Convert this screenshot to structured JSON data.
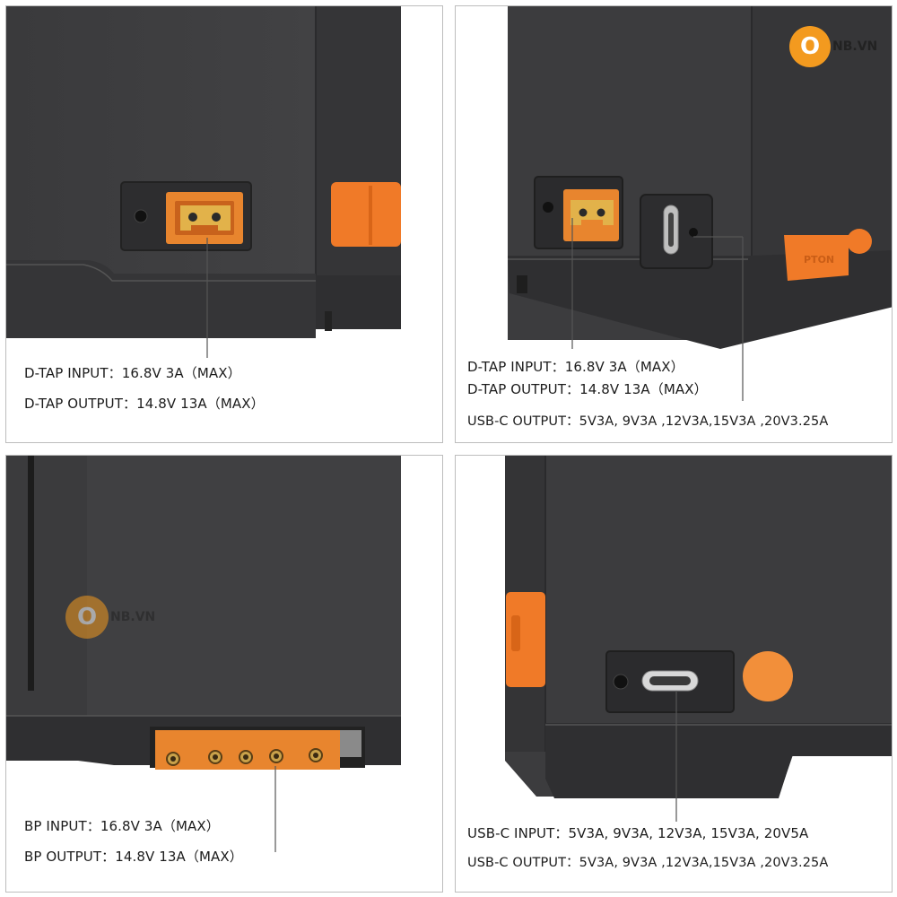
{
  "panels": [
    {
      "captions": [
        "D-TAP INPUT：16.8V 3A（MAX）",
        "D-TAP OUTPUT：14.8V 13A（MAX）"
      ]
    },
    {
      "captions": [
        "D-TAP INPUT：16.8V 3A（MAX）",
        "D-TAP OUTPUT：14.8V 13A（MAX）",
        "USB-C OUTPUT：5V3A, 9V3A ,12V3A,15V3A ,20V3.25A"
      ],
      "watermark": {
        "mark": "O",
        "text": "NB.VN"
      },
      "cover_label": "PTON"
    },
    {
      "captions": [
        "BP INPUT：16.8V 3A（MAX）",
        "BP OUTPUT：14.8V 13A（MAX）"
      ],
      "watermark": {
        "mark": "O",
        "text": "NB.VN"
      }
    },
    {
      "captions": [
        "USB-C INPUT：5V3A, 9V3A, 12V3A, 15V3A, 20V5A",
        "USB-C OUTPUT：5V3A, 9V3A ,12V3A,15V3A ,20V3.25A"
      ]
    }
  ],
  "colors": {
    "battery_body": "#3d3d3f",
    "battery_dark": "#2a2a2c",
    "rubber_cover": "#f07a28",
    "connector_gold": "#e2b24a",
    "connector_shell": "#e8852e",
    "watermark": "#f39a1f"
  }
}
